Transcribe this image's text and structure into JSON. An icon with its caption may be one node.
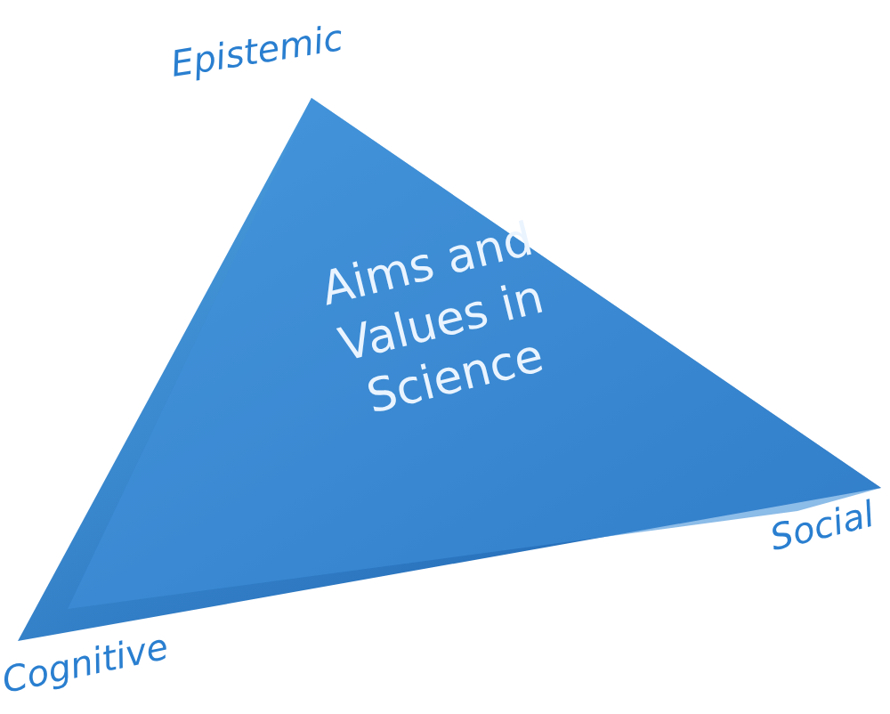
{
  "diagram": {
    "nodes": [
      {
        "text": [
          "Aims and Values in Science"
        ]
      }
    ],
    "labels": [
      "Epistemic",
      "Social",
      "Cognitive"
    ]
  }
}
